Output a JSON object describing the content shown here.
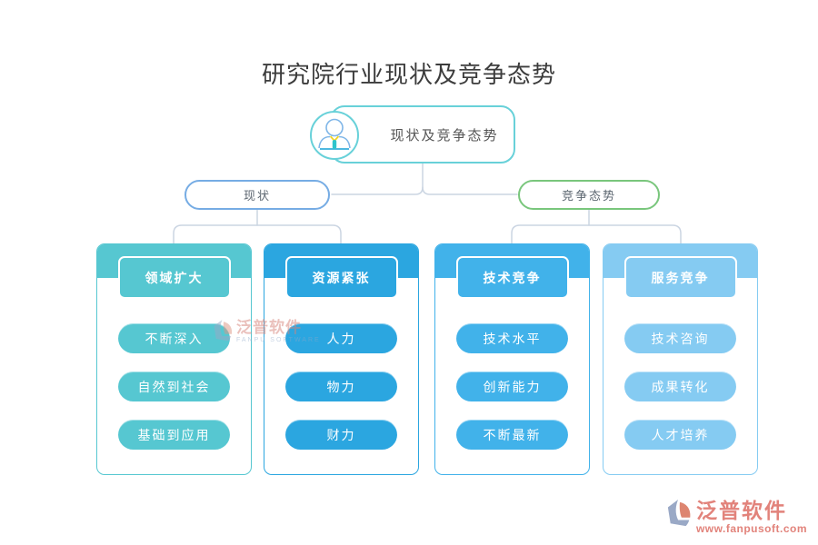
{
  "title": "研究院行业现状及竞争态势",
  "root": {
    "label": "现状及竞争态势"
  },
  "branches": {
    "left": {
      "label": "现状"
    },
    "right": {
      "label": "竞争态势"
    }
  },
  "cards": [
    {
      "header": "领域扩大",
      "color": "#56c7d1",
      "items": [
        "不断深入",
        "自然到社会",
        "基础到应用"
      ]
    },
    {
      "header": "资源紧张",
      "color": "#2ba6e0",
      "items": [
        "人力",
        "物力",
        "财力"
      ]
    },
    {
      "header": "技术竞争",
      "color": "#41b2ea",
      "items": [
        "技术水平",
        "创新能力",
        "不断最新"
      ]
    },
    {
      "header": "服务竞争",
      "color": "#85cbf2",
      "items": [
        "技术咨询",
        "成果转化",
        "人才培养"
      ]
    }
  ],
  "watermark_center": {
    "brand": "泛普软件",
    "subtitle": "FANPU SOFTWARE"
  },
  "watermark_corner": {
    "brand": "泛普软件",
    "url": "www.fanpusoft.com"
  },
  "colors": {
    "root_border": "#68d1d9",
    "branch_left_border": "#76ace4",
    "branch_right_border": "#79c67c",
    "connector": "#cbd5e2",
    "watermark": "#e2837b",
    "title_text": "#3c3c3c"
  }
}
